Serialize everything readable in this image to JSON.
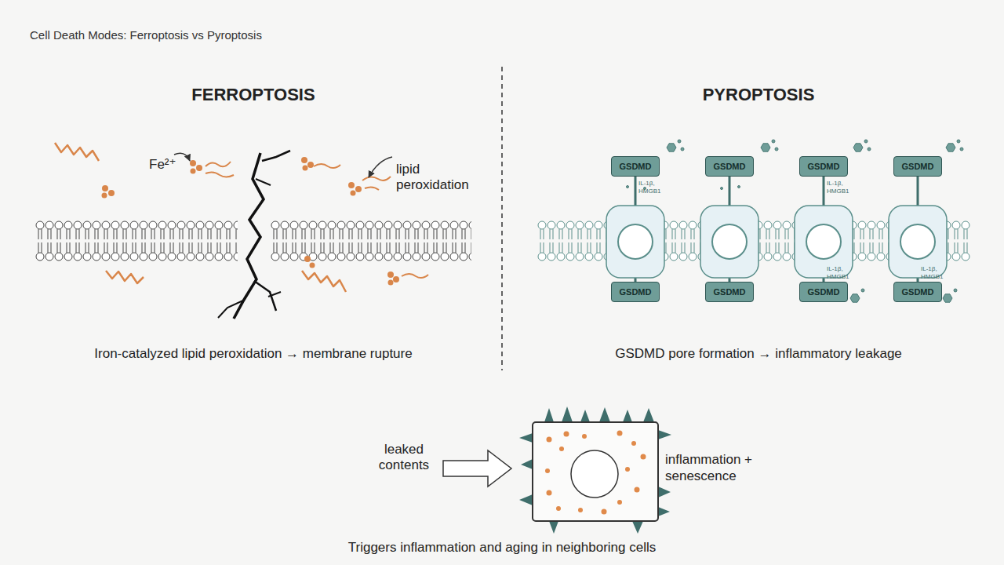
{
  "diagram": {
    "title": "Cell Death Modes: Ferroptosis vs Pyroptosis",
    "caption": "Triggers inflammation and aging in neighboring cells",
    "nodes": [
      {
        "text": [
          "GSDMD"
        ]
      },
      {
        "text": [
          "GSDMD"
        ]
      },
      {
        "text": [
          "GSDMD"
        ]
      },
      {
        "text": [
          "GSDMD"
        ]
      },
      {
        "text": [
          "GSDMD"
        ]
      },
      {
        "text": [
          "GSDMD"
        ]
      },
      {
        "text": [
          "GSDMD"
        ]
      },
      {
        "text": [
          "GSDMD"
        ]
      },
      {
        "text": [
          "inflammation + senescence"
        ]
      }
    ],
    "edges": [
      {
        "from": 0,
        "to": 4,
        "arrow": "none"
      },
      {
        "from": 1,
        "to": 5,
        "arrow": "none"
      },
      {
        "from": 2,
        "to": 6,
        "arrow": "none"
      },
      {
        "from": 3,
        "to": 7,
        "arrow": "none"
      }
    ],
    "labels": [
      "FERROPTOSIS",
      "PYROPTOSIS",
      "Fe²⁺",
      "lipid peroxidation",
      "Iron-catalyzed lipid peroxidation → membrane rupture",
      "GSDMD pore formation → inflammatory leakage",
      "IL-1β, HMGB1",
      "IL-1β, HMGB1",
      "IL-1β, HMGB1",
      "IL-1β, HMGB1",
      "leaked contents"
    ]
  }
}
